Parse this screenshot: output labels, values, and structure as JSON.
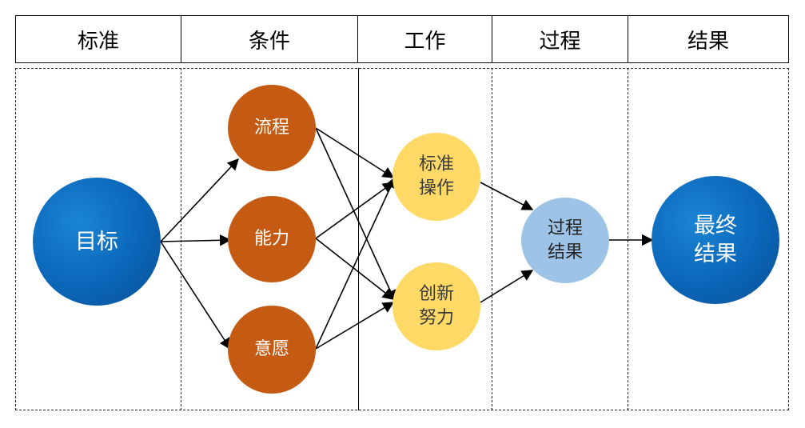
{
  "header": {
    "columns": [
      "标准",
      "条件",
      "工作",
      "过程",
      "结果"
    ]
  },
  "nodes": {
    "goal": "目标",
    "process": "流程",
    "ability": "能力",
    "willingness": "意愿",
    "standard_operation": "标准\n操作",
    "innovation_effort": "创新\n努力",
    "process_result": "过程\n结果",
    "final_result": "最终\n结果"
  },
  "colors": {
    "goal": "#0a66b8",
    "conditions": "#c55b12",
    "work": "#ffd966",
    "process_result": "#9dc3e6",
    "final_result": "#0a66b8"
  }
}
